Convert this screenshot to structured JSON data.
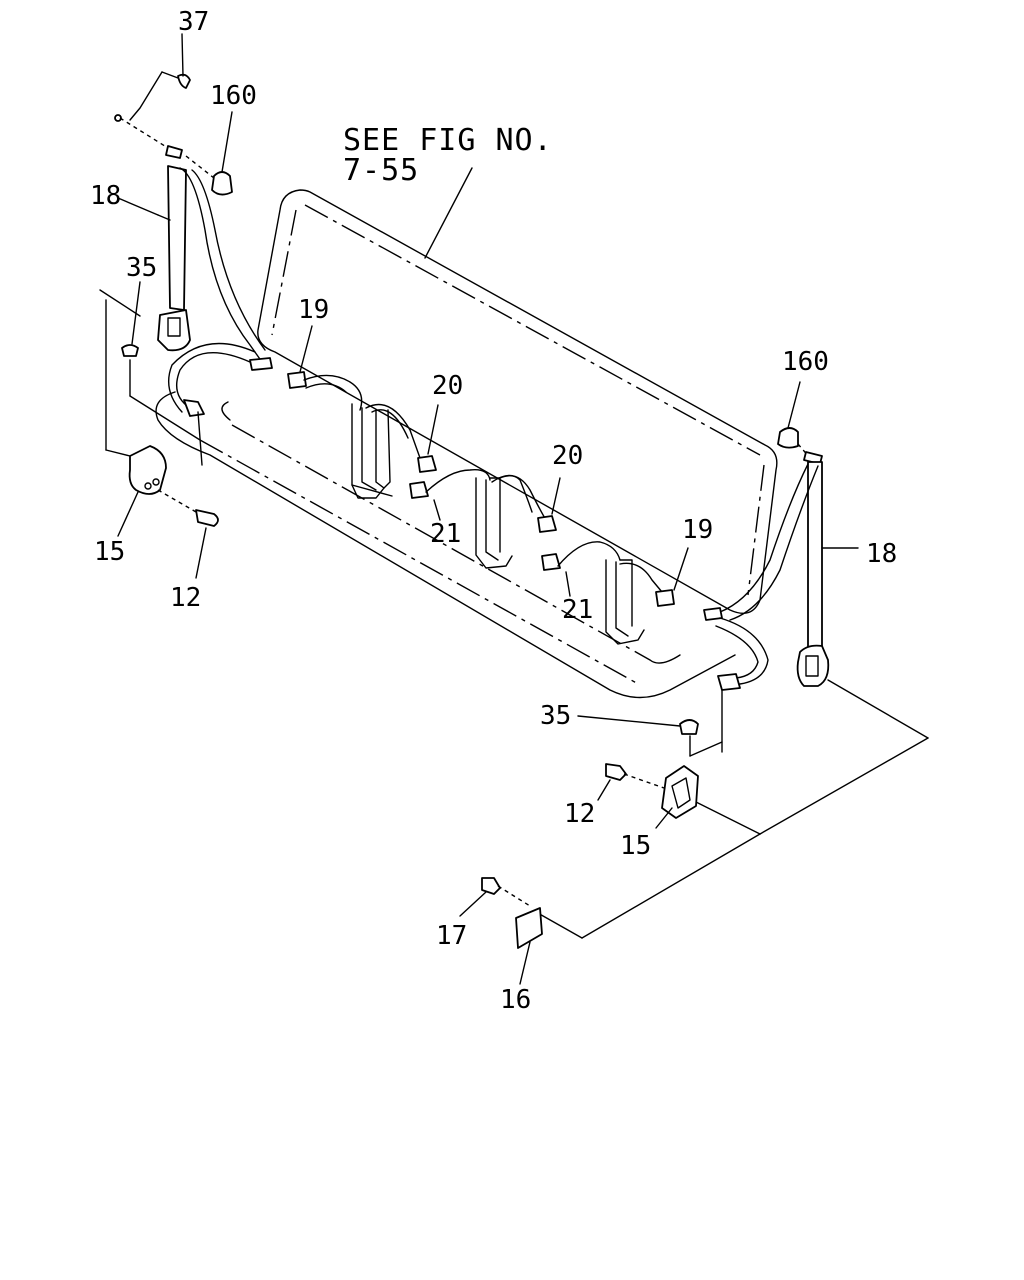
{
  "reference_note": {
    "line1": "SEE FIG NO.",
    "line2": "7-55"
  },
  "callouts": {
    "c37": "37",
    "c160_left": "160",
    "c18_left": "18",
    "c35_left": "35",
    "c15_left": "15",
    "c12_left": "12",
    "c19_left": "19",
    "c20_left": "20",
    "c21_left": "21",
    "c20_right": "20",
    "c21_right": "21",
    "c19_right": "19",
    "c160_right": "160",
    "c18_right": "18",
    "c35_right": "35",
    "c12_right": "12",
    "c15_right": "15",
    "c17": "17",
    "c16": "16"
  }
}
